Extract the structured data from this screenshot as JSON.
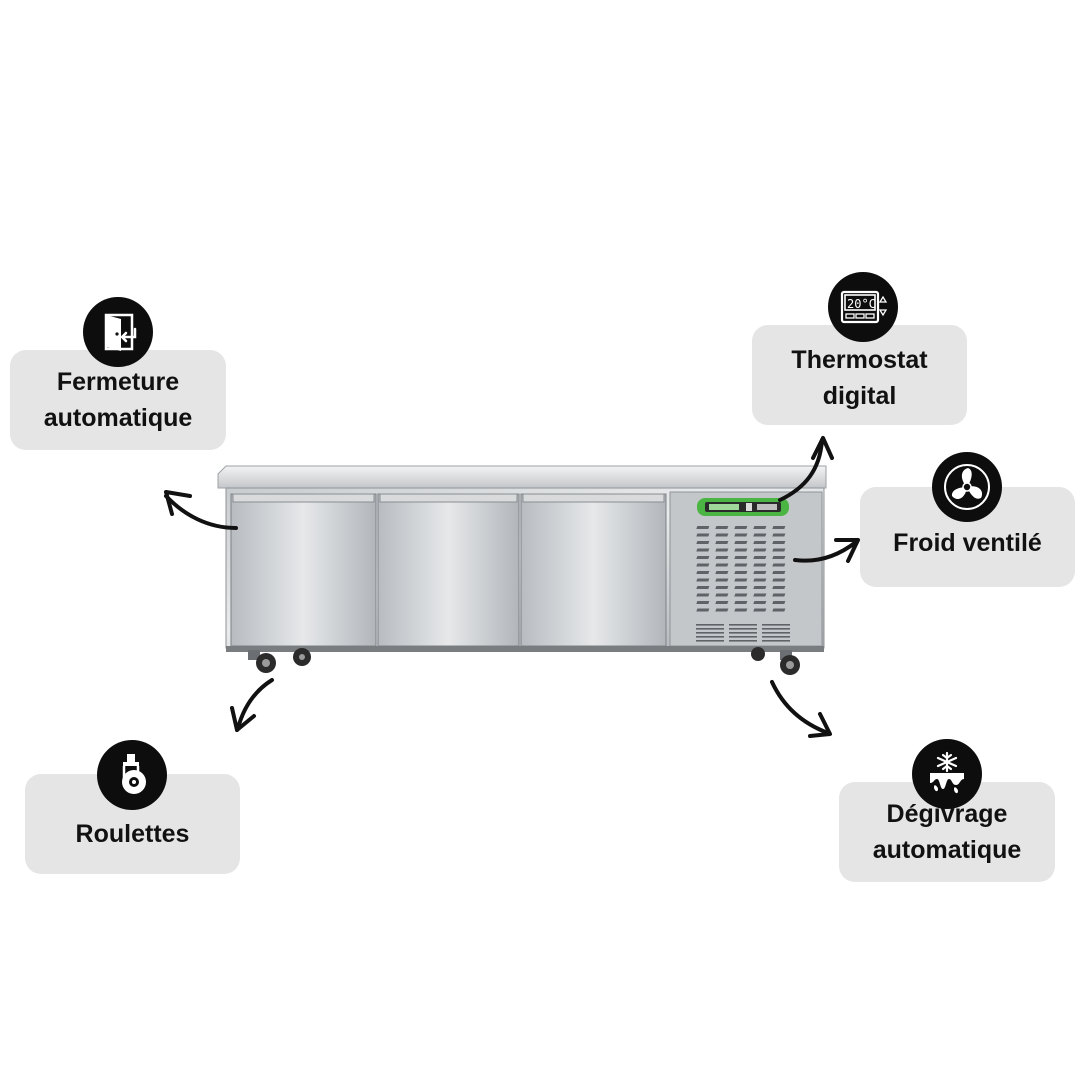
{
  "features": [
    {
      "id": "closing",
      "label": "Fermeture automatique",
      "line1": "Fermeture",
      "line2": "automatique",
      "icon": "self-closing-door-icon"
    },
    {
      "id": "thermostat",
      "label": "Thermostat digital",
      "line1": "Thermostat",
      "line2": "digital",
      "icon": "digital-thermostat-icon",
      "display": "20°C"
    },
    {
      "id": "fan",
      "label": "Froid ventilé",
      "line1": "Froid ventilé",
      "icon": "fan-icon"
    },
    {
      "id": "wheels",
      "label": "Roulettes",
      "line1": "Roulettes",
      "icon": "caster-wheel-icon"
    },
    {
      "id": "defrost",
      "label": "Dégivrage automatique",
      "line1": "Dégivrage",
      "line2": "automatique",
      "icon": "defrost-icon"
    }
  ],
  "product": {
    "name": "refrigerated-counter",
    "doors": 3,
    "panel_color": "#4bb543"
  },
  "colors": {
    "label_bg": "#e5e5e5",
    "badge": "#0d0d0d",
    "arrow": "#111111"
  }
}
